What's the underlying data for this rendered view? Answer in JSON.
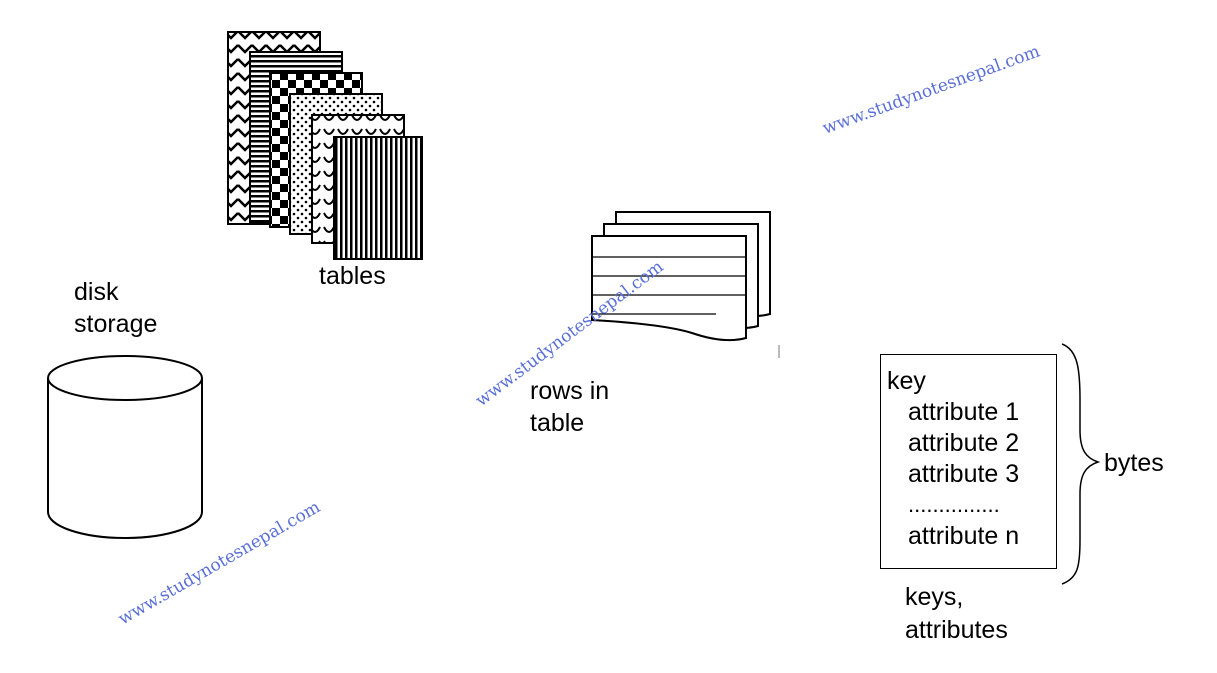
{
  "labels": {
    "tables": "tables",
    "disk_line1": "disk",
    "disk_line2": "storage",
    "rows_line1": "rows in",
    "rows_line2": "table",
    "bytes": "bytes",
    "keys_line1": "keys,",
    "keys_line2": "attributes"
  },
  "record": {
    "key": "key",
    "attributes": [
      "attribute 1",
      "attribute 2",
      "attribute 3"
    ],
    "dots": "...............",
    "last_attribute": "attribute n"
  },
  "watermark": "www.studynotesnepal.com"
}
